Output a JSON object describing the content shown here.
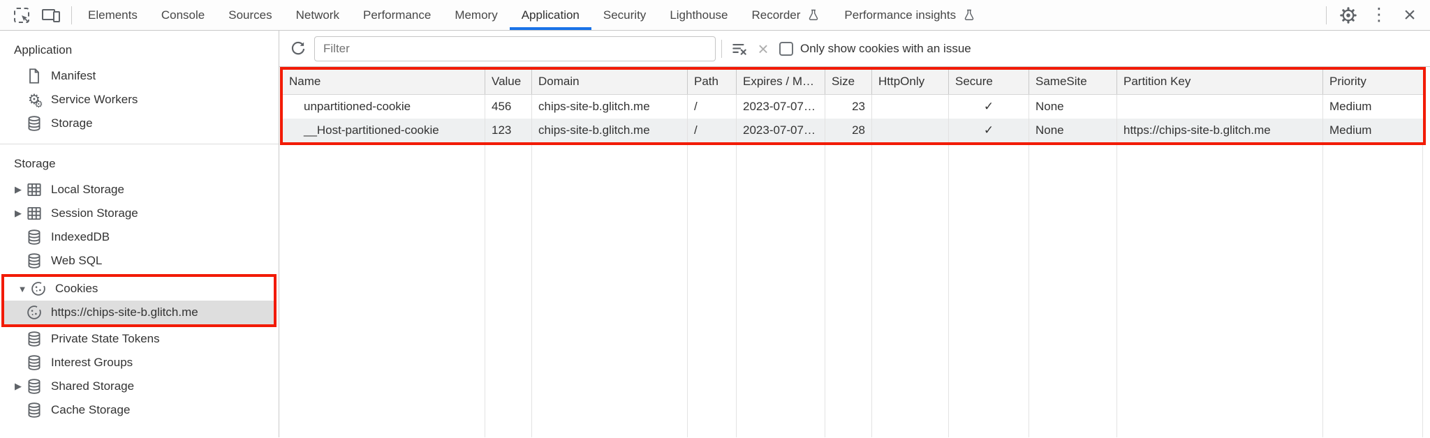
{
  "colors": {
    "annotation_red": "#f21b05",
    "accent_blue": "#1a73e8",
    "selected_gray": "#dedede"
  },
  "tabbar": {
    "active_tab": "Application",
    "tabs": [
      {
        "label": "Elements"
      },
      {
        "label": "Console"
      },
      {
        "label": "Sources"
      },
      {
        "label": "Network"
      },
      {
        "label": "Performance"
      },
      {
        "label": "Memory"
      },
      {
        "label": "Application"
      },
      {
        "label": "Security"
      },
      {
        "label": "Lighthouse"
      },
      {
        "label": "Recorder",
        "icon": "flask-icon"
      },
      {
        "label": "Performance insights",
        "icon": "flask-icon"
      }
    ],
    "left_icons": [
      "inspect-icon",
      "device-toolbar-icon"
    ],
    "right_icons": [
      "gear-icon",
      "kebab-menu-icon",
      "close-icon"
    ]
  },
  "sidebar": {
    "sections": [
      {
        "title": "Application",
        "items": [
          {
            "label": "Manifest",
            "icon": "document-icon"
          },
          {
            "label": "Service Workers",
            "icon": "service-workers-icon"
          },
          {
            "label": "Storage",
            "icon": "database-icon"
          }
        ]
      },
      {
        "title": "Storage",
        "items": [
          {
            "label": "Local Storage",
            "icon": "table-icon",
            "arrow": "▶"
          },
          {
            "label": "Session Storage",
            "icon": "table-icon",
            "arrow": "▶"
          },
          {
            "label": "IndexedDB",
            "icon": "database-icon"
          },
          {
            "label": "Web SQL",
            "icon": "database-icon"
          },
          {
            "label": "Cookies",
            "icon": "cookie-icon",
            "arrow": "▼",
            "annotated": true
          },
          {
            "label": "https://chips-site-b.glitch.me",
            "icon": "cookie-icon",
            "selected": true,
            "annotated": true
          },
          {
            "label": "Private State Tokens",
            "icon": "database-icon"
          },
          {
            "label": "Interest Groups",
            "icon": "database-icon"
          },
          {
            "label": "Shared Storage",
            "icon": "database-icon",
            "arrow": "▶"
          },
          {
            "label": "Cache Storage",
            "icon": "database-icon"
          }
        ]
      }
    ]
  },
  "toolbar": {
    "refresh_icon": "refresh-icon",
    "filter_placeholder": "Filter",
    "filter_value": "",
    "clear_all_icon": "clear-all-icon",
    "delete_icon": "delete-x-icon",
    "issue_checkbox_label": "Only show cookies with an issue",
    "issue_checkbox_checked": false
  },
  "cookie_table": {
    "columns": [
      "Name",
      "Value",
      "Domain",
      "Path",
      "Expires / M…",
      "Size",
      "HttpOnly",
      "Secure",
      "SameSite",
      "Partition Key",
      "Priority"
    ],
    "rows": [
      {
        "name": "unpartitioned-cookie",
        "value": "456",
        "domain": "chips-site-b.glitch.me",
        "path": "/",
        "expires": "2023-07-07…",
        "size": "23",
        "http_only": "",
        "secure": "✓",
        "same_site": "None",
        "partition_key": "",
        "priority": "Medium"
      },
      {
        "name": "__Host-partitioned-cookie",
        "value": "123",
        "domain": "chips-site-b.glitch.me",
        "path": "/",
        "expires": "2023-07-07…",
        "size": "28",
        "http_only": "",
        "secure": "✓",
        "same_site": "None",
        "partition_key": "https://chips-site-b.glitch.me",
        "priority": "Medium"
      }
    ]
  }
}
